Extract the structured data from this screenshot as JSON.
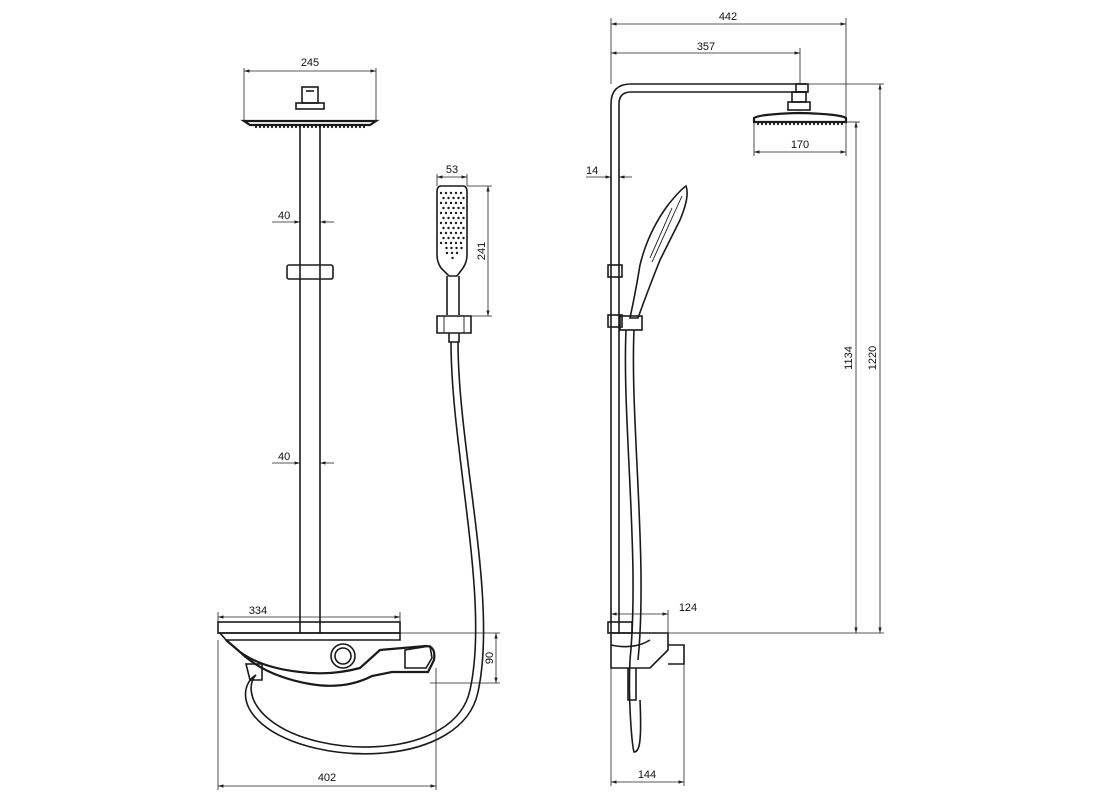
{
  "dimensions": {
    "front_head_width": "245",
    "front_rail_width_top": "40",
    "front_rail_width_bottom": "40",
    "hand_shower_width": "53",
    "hand_shower_length": "241",
    "mixer_shelf_width": "334",
    "mixer_height": "90",
    "mixer_total_width": "402",
    "side_total_depth": "442",
    "side_arm_reach": "357",
    "side_rail_diameter": "14",
    "side_head_diameter": "170",
    "side_height_head": "1134",
    "side_height_total": "1220",
    "side_mixer_depth": "124",
    "side_spout_depth": "144"
  },
  "colors": {
    "line": "#1a1a1a",
    "background": "#ffffff"
  }
}
